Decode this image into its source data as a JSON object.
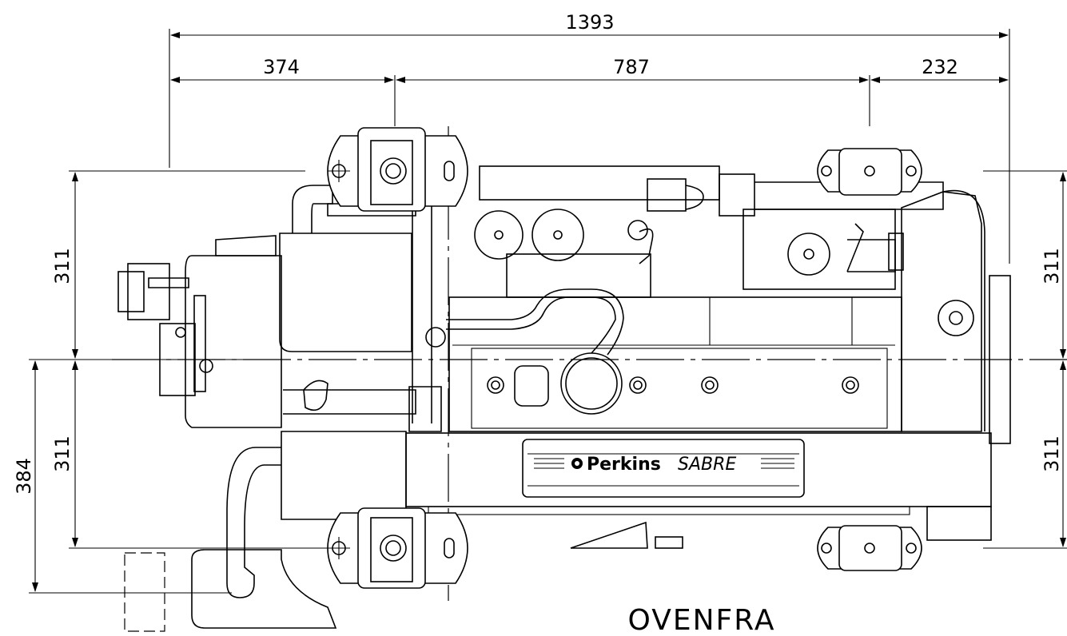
{
  "dimensions": {
    "overall_length": "1393",
    "front_to_mount": "374",
    "mount_to_mount": "787",
    "rear_overhang": "232",
    "left_upper": "311",
    "left_lower": "311",
    "left_offset": "384",
    "right_upper": "311",
    "right_lower": "311"
  },
  "brand": {
    "logo_text": "Perkins",
    "model": "SABRE"
  },
  "view_label": "OVENFRA"
}
